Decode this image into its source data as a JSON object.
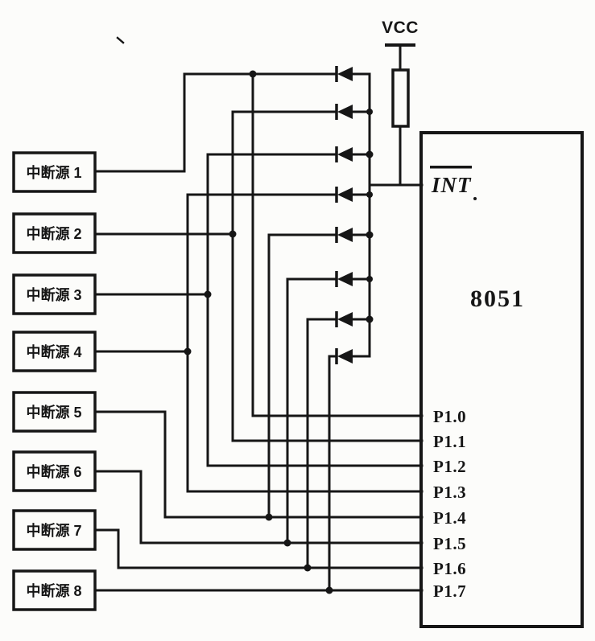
{
  "diagram": {
    "power_label": "VCC",
    "chip": {
      "name": "8051",
      "int_pin_label": "INT",
      "port_pins": [
        "P1.0",
        "P1.1",
        "P1.2",
        "P1.3",
        "P1.4",
        "P1.5",
        "P1.6",
        "P1.7"
      ]
    },
    "interrupt_sources": [
      {
        "label": "中断源 1"
      },
      {
        "label": "中断源 2"
      },
      {
        "label": "中断源 3"
      },
      {
        "label": "中断源 4"
      },
      {
        "label": "中断源 5"
      },
      {
        "label": "中断源 6"
      },
      {
        "label": "中断源 7"
      },
      {
        "label": "中断源 8"
      }
    ],
    "colors": {
      "ink": "#161616",
      "paper": "#fcfcfa"
    }
  }
}
